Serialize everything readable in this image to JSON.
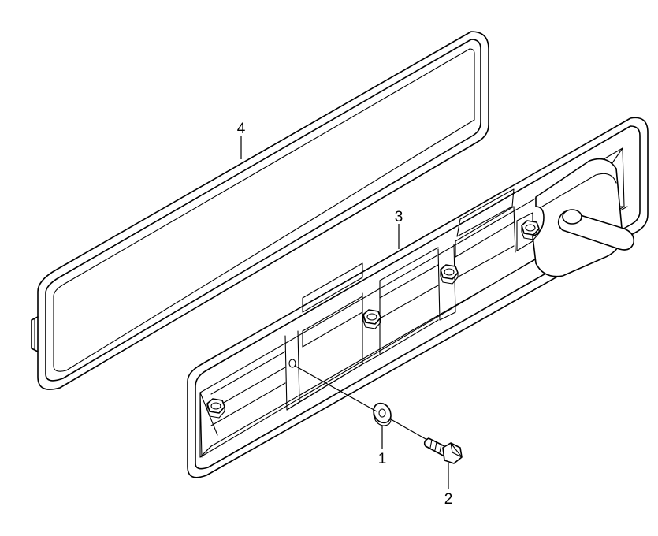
{
  "diagram": {
    "callouts": [
      {
        "id": "part-1",
        "label": "1"
      },
      {
        "id": "part-2",
        "label": "2"
      },
      {
        "id": "part-3",
        "label": "3"
      },
      {
        "id": "part-4",
        "label": "4"
      }
    ]
  }
}
